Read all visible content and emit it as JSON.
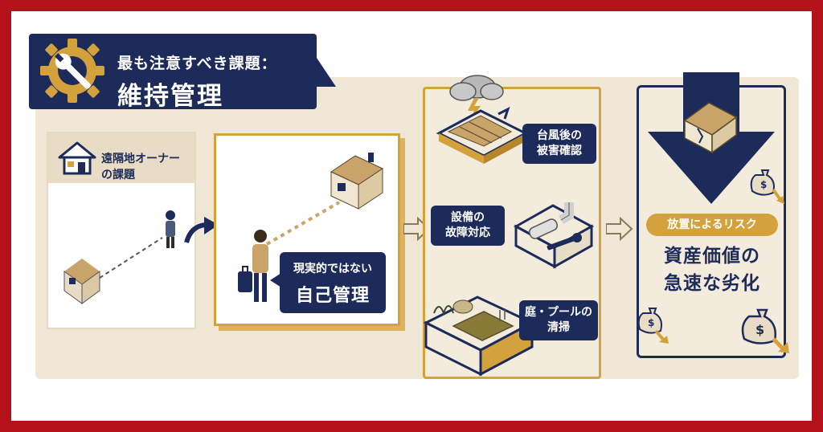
{
  "title": {
    "line1": "最も注意すべき課題：",
    "line2": "維持管理"
  },
  "remote_owner": {
    "label_line1": "遠隔地オーナー",
    "label_line2": "の課題"
  },
  "self_management": {
    "line1": "現実的ではない",
    "line2": "自己管理"
  },
  "tasks": [
    {
      "line1": "台風後の",
      "line2": "被害確認"
    },
    {
      "line1": "設備の",
      "line2": "故障対応"
    },
    {
      "line1": "庭・プールの",
      "line2": "清掃"
    }
  ],
  "risk": {
    "pill": "放置によるリスク",
    "line1": "資産価値の",
    "line2": "急速な劣化"
  },
  "icons": [
    "gear-wrench-icon",
    "house-icon",
    "person-icon",
    "traveler-icon",
    "storm-cloud-icon",
    "broken-pipe-icon",
    "wrench-icon",
    "pool-icon",
    "damaged-house-icon",
    "money-bag-down-icon",
    "arrow-right-icon",
    "arrow-down-icon"
  ],
  "colors": {
    "navy": "#1c2b5a",
    "gold": "#d4a23c",
    "beige": "#efe6d6",
    "border": "#b5121b"
  }
}
